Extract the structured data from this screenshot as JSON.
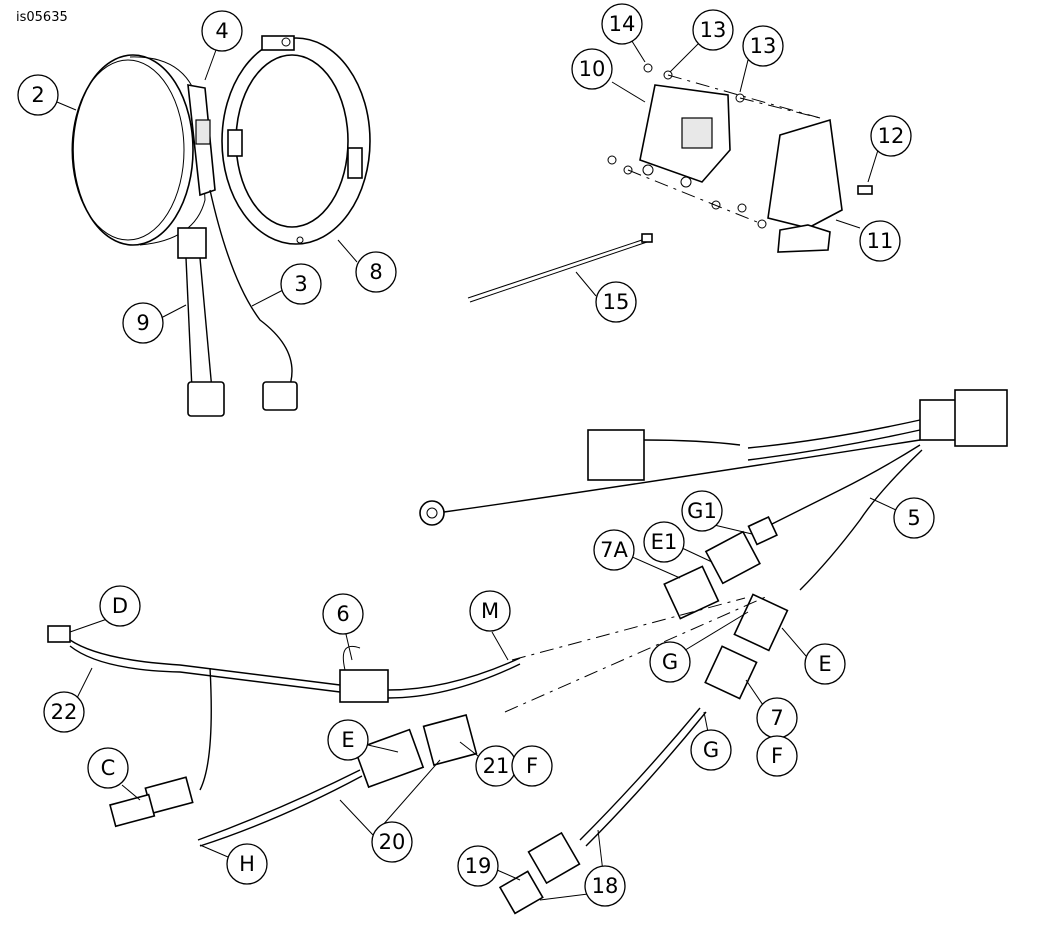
{
  "figure_id": "is05635",
  "callouts": [
    {
      "id": "c2",
      "label": "2"
    },
    {
      "id": "c4",
      "label": "4"
    },
    {
      "id": "c3",
      "label": "3"
    },
    {
      "id": "c8",
      "label": "8"
    },
    {
      "id": "c9",
      "label": "9"
    },
    {
      "id": "c14",
      "label": "14"
    },
    {
      "id": "c13a",
      "label": "13"
    },
    {
      "id": "c13b",
      "label": "13"
    },
    {
      "id": "c10",
      "label": "10"
    },
    {
      "id": "c12",
      "label": "12"
    },
    {
      "id": "c11",
      "label": "11"
    },
    {
      "id": "c15",
      "label": "15"
    },
    {
      "id": "c5",
      "label": "5"
    },
    {
      "id": "cG1",
      "label": "G1"
    },
    {
      "id": "cE1",
      "label": "E1"
    },
    {
      "id": "c7A",
      "label": "7A"
    },
    {
      "id": "cD",
      "label": "D"
    },
    {
      "id": "c6",
      "label": "6"
    },
    {
      "id": "cM",
      "label": "M"
    },
    {
      "id": "cG",
      "label": "G"
    },
    {
      "id": "cE",
      "label": "E"
    },
    {
      "id": "c22",
      "label": "22"
    },
    {
      "id": "c7",
      "label": "7"
    },
    {
      "id": "cE2",
      "label": "E"
    },
    {
      "id": "c21",
      "label": "21"
    },
    {
      "id": "cF",
      "label": "F"
    },
    {
      "id": "cG2",
      "label": "G"
    },
    {
      "id": "cF2",
      "label": "F"
    },
    {
      "id": "cC",
      "label": "C"
    },
    {
      "id": "c20",
      "label": "20"
    },
    {
      "id": "cH",
      "label": "H"
    },
    {
      "id": "c19",
      "label": "19"
    },
    {
      "id": "c18",
      "label": "18"
    }
  ]
}
